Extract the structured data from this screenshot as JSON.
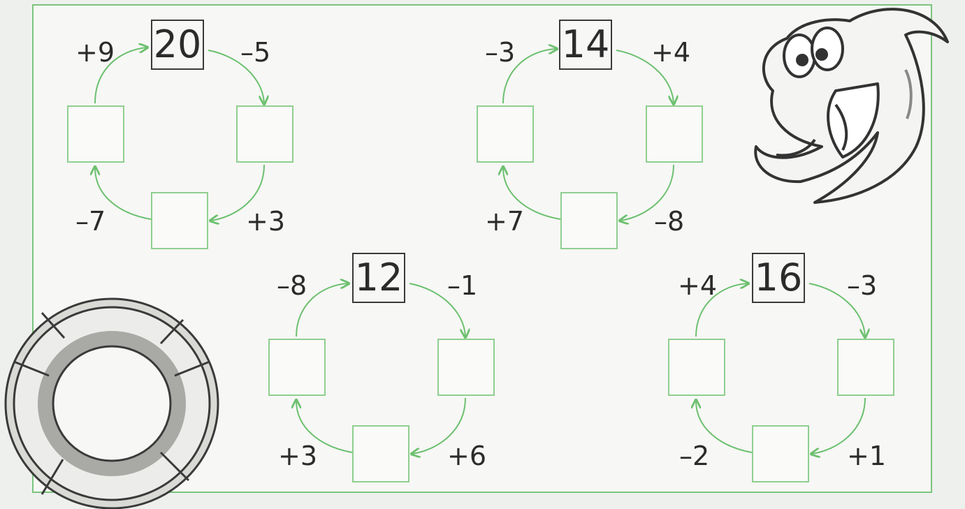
{
  "puzzles": [
    {
      "start": "20",
      "op_top_left": "+9",
      "op_top_right": "–5",
      "op_bottom_left": "–7",
      "op_bottom_right": "+3"
    },
    {
      "start": "14",
      "op_top_left": "–3",
      "op_top_right": "+4",
      "op_bottom_left": "+7",
      "op_bottom_right": "–8"
    },
    {
      "start": "12",
      "op_top_left": "–8",
      "op_top_right": "–1",
      "op_bottom_left": "+3",
      "op_bottom_right": "+6"
    },
    {
      "start": "16",
      "op_top_left": "+4",
      "op_top_right": "–3",
      "op_bottom_left": "–2",
      "op_bottom_right": "+1"
    }
  ],
  "colors": {
    "arrow": "#6cc06f",
    "frame": "#7cc47f",
    "box": "#8fcf8f"
  }
}
